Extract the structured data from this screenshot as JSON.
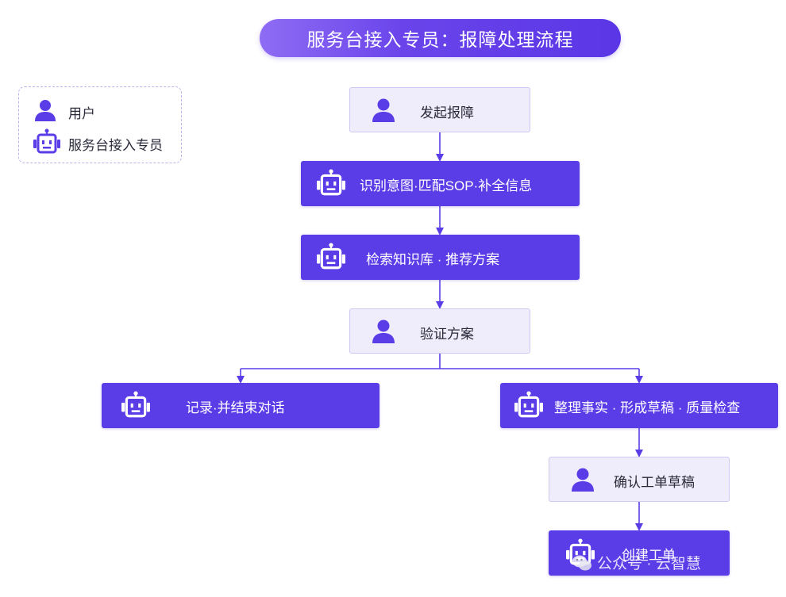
{
  "title": "服务台接入专员：报障处理流程",
  "legend": {
    "user_label": "用户",
    "bot_label": "服务台接入专员"
  },
  "nodes": {
    "report": "发起报障",
    "identify": "识别意图·匹配SOP·补全信息",
    "search": "检索知识库 · 推荐方案",
    "verify": "验证方案",
    "record": "记录·并结束对话",
    "organize": "整理事实 · 形成草稿 · 质量检查",
    "confirm": "确认工单草稿",
    "create": "创建工单"
  },
  "watermark": "公众号 · 云智慧",
  "colors": {
    "accent": "#5b3de8",
    "user_node_bg": "#efedfb",
    "connector": "#5b3de8"
  }
}
